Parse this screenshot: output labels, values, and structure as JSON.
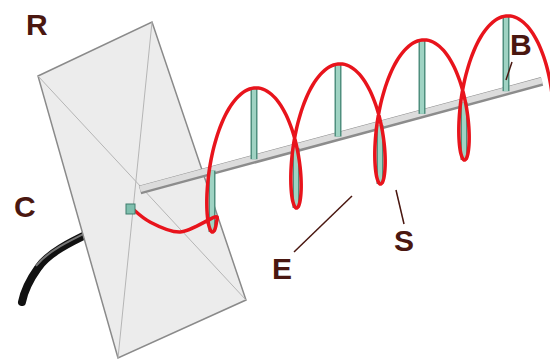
{
  "diagram": {
    "labels": [
      "R",
      "B",
      "C",
      "E",
      "S"
    ]
  }
}
